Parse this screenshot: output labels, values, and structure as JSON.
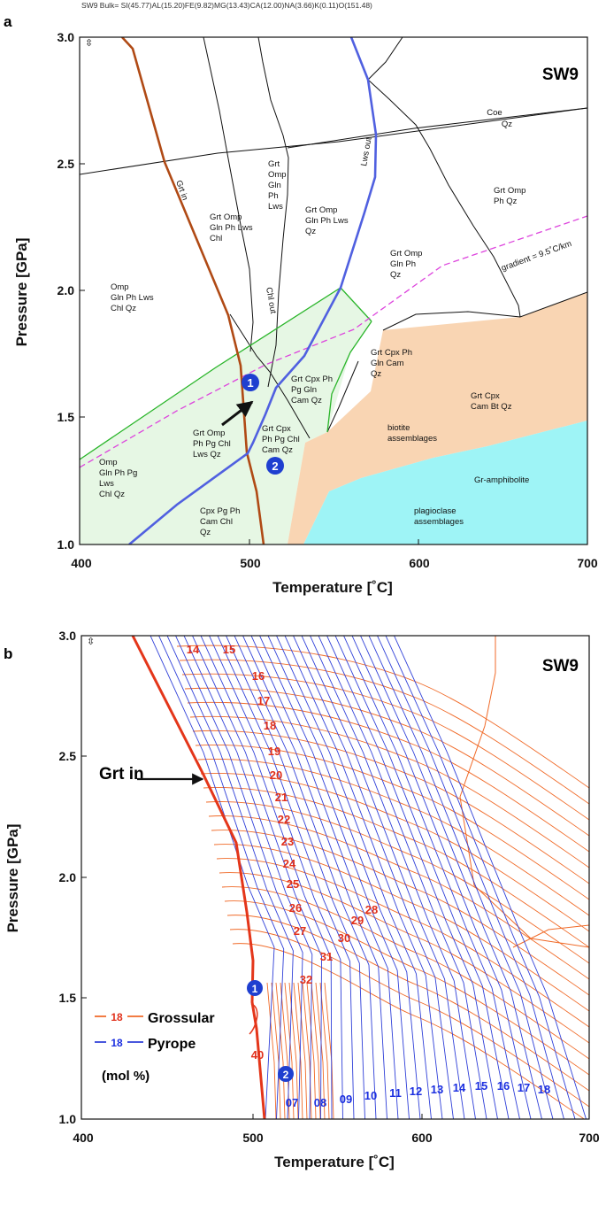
{
  "header": "SW9 Bulk= SI(45.77)AL(15.20)FE(9.82)MG(13.43)CA(12.00)NA(3.66)K(0.11)O(151.48)",
  "panel_a": {
    "letter": "a",
    "sample": "SW9",
    "xlabel": "Temperature [˚C]",
    "ylabel": "Pressure [GPa]",
    "xticks": [
      "400",
      "500",
      "600",
      "700"
    ],
    "yticks": [
      "1.0",
      "1.5",
      "2.0",
      "2.5",
      "3.0"
    ],
    "corner_symbol": "⇳",
    "lines": {
      "grt_in": "Grt in",
      "chl_out": "Chl out",
      "lws_out": "Lws out",
      "gradient": "gradient = 9.5˚C/km"
    },
    "markers": [
      "1",
      "2"
    ],
    "fields": {
      "coe_qz": [
        "Coe",
        "Qz"
      ],
      "grt_omp_ph_qz": [
        "Grt Omp",
        "Ph Qz"
      ],
      "grt_omp_gln_ph_lws_col": [
        "Grt",
        "Omp",
        "Gln",
        "Ph",
        "Lws"
      ],
      "grt_omp_gln_ph_lws_chl": [
        "Grt Omp",
        "Gln Ph Lws",
        "Chl"
      ],
      "grt_omp_gln_ph_lws_qz": [
        "Grt Omp",
        "Gln Ph Lws",
        "Qz"
      ],
      "grt_omp_gln_ph_qz": [
        "Grt Omp",
        "Gln Ph",
        "Qz"
      ],
      "omp_gln_ph_lws_chl_qz": [
        "Omp",
        "Gln Ph Lws",
        "Chl Qz"
      ],
      "grt_cpx_ph_gln_cam_qz": [
        "Grt Cpx Ph",
        "Gln Cam",
        "Qz"
      ],
      "grt_cpx_ph_pg_gln_cam_qz": [
        "Grt Cpx Ph",
        "Pg Gln",
        "Cam Qz"
      ],
      "grt_cpx_cam_bt_qz": [
        "Grt Cpx",
        "Cam Bt Qz"
      ],
      "biotite": [
        "biotite",
        "assemblages"
      ],
      "grt_omp_ph_pg_chl_lws_qz": [
        "Grt Omp",
        "Ph Pg Chl",
        "Lws Qz"
      ],
      "grt_cpx_ph_pg_chl_cam_qz": [
        "Grt Cpx",
        "Ph Pg Chl",
        "Cam Qz"
      ],
      "omp_gln_ph_pg_lws_chl_qz": [
        "Omp",
        "Gln Ph Pg",
        "Lws",
        "Chl Qz"
      ],
      "gr_amphibolite": [
        "Gr-amphibolite"
      ],
      "plagioclase": [
        "plagioclase",
        "assemblages"
      ],
      "cpx_pg_ph_cam_chl_qz": [
        "Cpx Pg Ph",
        "Cam Chl",
        "Qz"
      ]
    }
  },
  "panel_b": {
    "letter": "b",
    "sample": "SW9",
    "xlabel": "Temperature [˚C]",
    "ylabel": "Pressure [GPa]",
    "xticks": [
      "400",
      "500",
      "600",
      "700"
    ],
    "yticks": [
      "1.0",
      "1.5",
      "2.0",
      "2.5",
      "3.0"
    ],
    "corner_symbol": "⇳",
    "grt_in": "Grt in",
    "grossular_labels": [
      "14",
      "15",
      "16",
      "17",
      "18",
      "19",
      "20",
      "21",
      "22",
      "23",
      "24",
      "25",
      "26",
      "27",
      "28",
      "29",
      "30",
      "31",
      "32",
      "40"
    ],
    "pyrope_labels": [
      "07",
      "08",
      "09",
      "10",
      "11",
      "12",
      "13",
      "14",
      "15",
      "16",
      "17",
      "18"
    ],
    "markers": [
      "1",
      "2"
    ],
    "legend": {
      "grossular_key": "18",
      "grossular": "Grossular",
      "pyrope_key": "18",
      "pyrope": "Pyrope",
      "unit": "(mol %)"
    }
  },
  "colors": {
    "grt_in": "#b04a15",
    "lws_out": "#5060e0",
    "green_field": "#e6f7e4",
    "green_line": "#2ab52a",
    "orange_field": "#f9d5b3",
    "cyan_field": "#9ef4f6",
    "gradient": "#dd44dd",
    "grossular": "#f06a28",
    "pyrope": "#2f3fd8",
    "marker": "#1f3fd0"
  }
}
